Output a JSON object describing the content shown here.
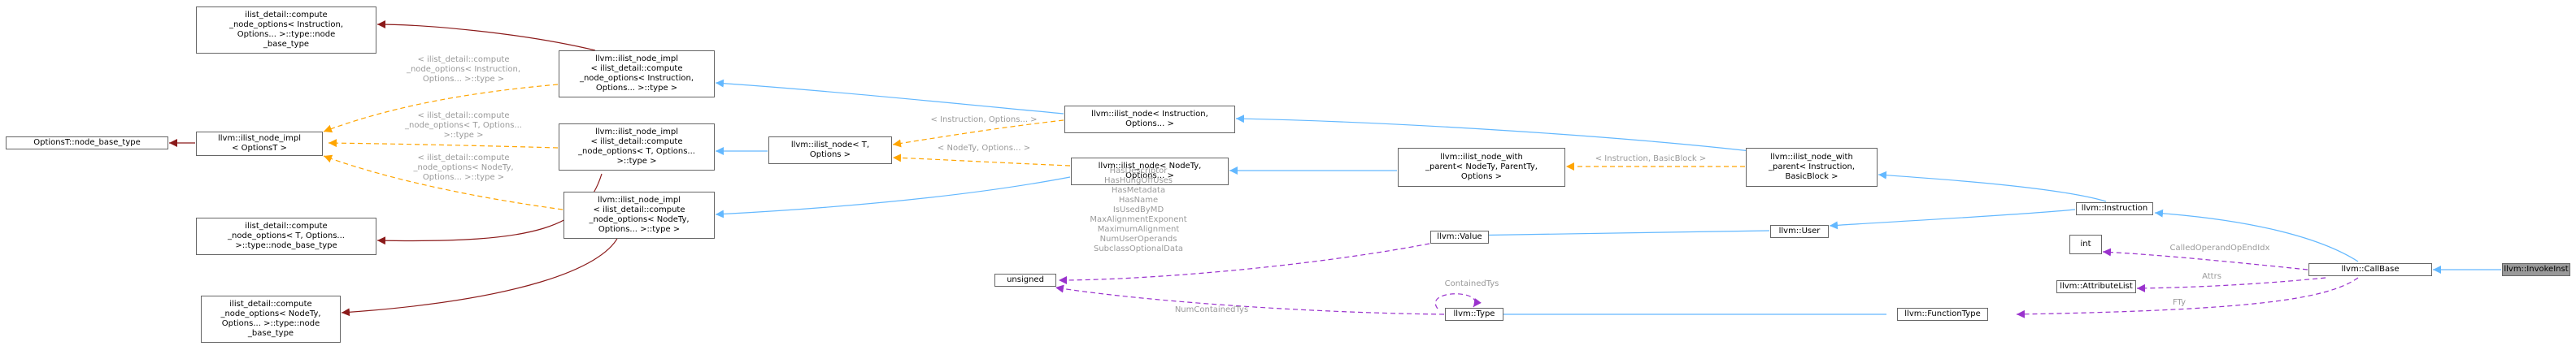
{
  "nodes": {
    "invoke": {
      "lines": [
        "llvm::InvokeInst"
      ]
    },
    "callbase": {
      "lines": [
        "llvm::CallBase"
      ]
    },
    "instruction": {
      "lines": [
        "llvm::Instruction"
      ]
    },
    "int": {
      "lines": [
        "int"
      ]
    },
    "attrlist": {
      "lines": [
        "llvm::AttributeList"
      ]
    },
    "functiontype": {
      "lines": [
        "llvm::FunctionType"
      ]
    },
    "user": {
      "lines": [
        "llvm::User"
      ]
    },
    "value": {
      "lines": [
        "llvm::Value"
      ]
    },
    "type": {
      "lines": [
        "llvm::Type"
      ]
    },
    "unsigned": {
      "lines": [
        "unsigned"
      ]
    },
    "inwp_inst": {
      "lines": [
        "llvm::ilist_node_with",
        "_parent< Instruction,",
        "BasicBlock >"
      ]
    },
    "inwp_generic": {
      "lines": [
        "llvm::ilist_node_with",
        "_parent< NodeTy, ParentTy,",
        "Options >"
      ]
    },
    "in_inst": {
      "lines": [
        "llvm::ilist_node< Instruction,",
        "Options... >"
      ]
    },
    "in_nodety": {
      "lines": [
        "llvm::ilist_node< NodeTy,",
        "Options... >"
      ]
    },
    "in_t": {
      "lines": [
        "llvm::ilist_node< T,",
        "Options >"
      ]
    },
    "impl_inst": {
      "lines": [
        "llvm::ilist_node_impl",
        "< ilist_detail::compute",
        "_node_options< Instruction,",
        "Options... >::type >"
      ]
    },
    "impl_t": {
      "lines": [
        "llvm::ilist_node_impl",
        "< ilist_detail::compute",
        "_node_options< T, Options...",
        ">::type >"
      ]
    },
    "impl_nodety": {
      "lines": [
        "llvm::ilist_node_impl",
        "< ilist_detail::compute",
        "_node_options< NodeTy,",
        "Options... >::type >"
      ]
    },
    "impl_generic": {
      "lines": [
        "llvm::ilist_node_impl",
        "< OptionsT >"
      ]
    },
    "nbt": {
      "lines": [
        "OptionsT::node_base_type"
      ]
    },
    "cno_inst": {
      "lines": [
        "ilist_detail::compute",
        "_node_options< Instruction,",
        "Options... >::type::node",
        "_base_type"
      ]
    },
    "cno_t": {
      "lines": [
        "ilist_detail::compute",
        "_node_options< T, Options...",
        ">::type::node_base_type"
      ]
    },
    "cno_nodety": {
      "lines": [
        "ilist_detail::compute",
        "_node_options< NodeTy,",
        "Options... >::type::node",
        "_base_type"
      ]
    }
  },
  "edge_labels": {
    "called_operand": {
      "lines": [
        "CalledOperandOpEndIdx"
      ]
    },
    "attrs": {
      "lines": [
        "Attrs"
      ]
    },
    "fty": {
      "lines": [
        "FTy"
      ]
    },
    "inst_bb": {
      "lines": [
        "< Instruction, BasicBlock >"
      ]
    },
    "inst_opts": {
      "lines": [
        "< Instruction, Options... >"
      ]
    },
    "nodety_opts": {
      "lines": [
        "< NodeTy, Options... >"
      ]
    },
    "contained_tys": {
      "lines": [
        "ContainedTys"
      ]
    },
    "num_contained": {
      "lines": [
        "NumContainedTys"
      ]
    },
    "value_flags": {
      "lines": [
        "HasDescriptor",
        "HasHungOffUses",
        "HasMetadata",
        "HasName",
        "IsUsedByMD",
        "MaxAlignmentExponent",
        "MaximumAlignment",
        "NumUserOperands",
        "SubclassOptionalData"
      ]
    },
    "type_inst": {
      "lines": [
        "< ilist_detail::compute",
        "_node_options< Instruction,",
        "Options... >::type >"
      ]
    },
    "type_t": {
      "lines": [
        "< ilist_detail::compute",
        "_node_options< T, Options...",
        ">::type >"
      ]
    },
    "type_nodety": {
      "lines": [
        "< ilist_detail::compute",
        "_node_options< NodeTy,",
        "Options... >::type >"
      ]
    }
  },
  "colors": {
    "inheritance": "#63b8ff",
    "template_instance": "#ffa500",
    "usage": "#9a32cd",
    "private_inheritance": "#8b1a1a",
    "focus_fill": "#999999",
    "node_border": "#666666",
    "label_text": "#9a9a9a"
  }
}
